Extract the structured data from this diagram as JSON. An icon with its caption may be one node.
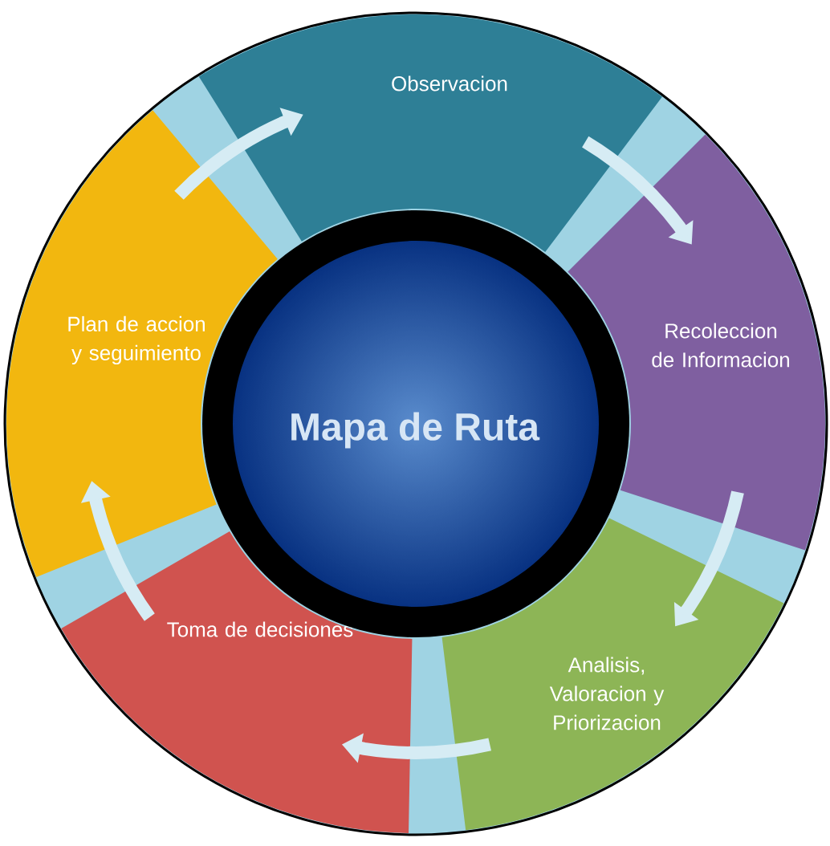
{
  "diagram": {
    "nodes": [
      {
        "text": [
          "Mapa de Ruta"
        ]
      },
      {
        "text": [
          "Observacion"
        ]
      },
      {
        "text": [
          "Recoleccion de Informacion"
        ]
      },
      {
        "text": [
          "Analisis, Valoracion y Priorizacion"
        ]
      },
      {
        "text": [
          "Toma de decisiones"
        ]
      },
      {
        "text": [
          "Plan de accion y seguimiento"
        ]
      }
    ],
    "edges": [
      {
        "from": 1,
        "to": 2,
        "arrow": "to"
      },
      {
        "from": 2,
        "to": 3,
        "arrow": "to"
      },
      {
        "from": 3,
        "to": 4,
        "arrow": "to"
      },
      {
        "from": 4,
        "to": 5,
        "arrow": "to"
      },
      {
        "from": 5,
        "to": 1,
        "arrow": "to"
      }
    ]
  }
}
